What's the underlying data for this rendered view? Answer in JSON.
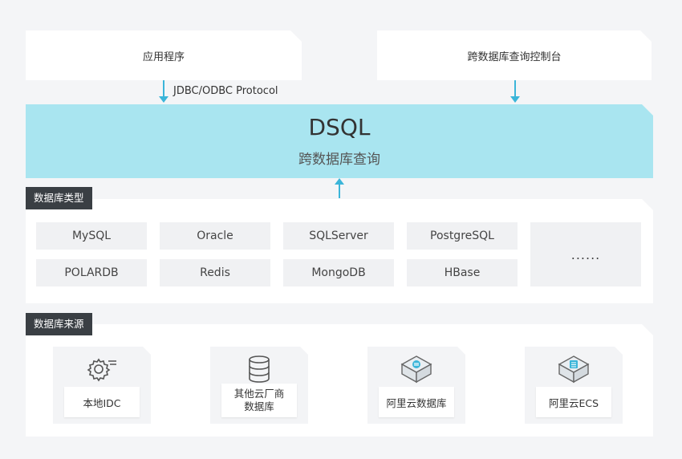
{
  "top": {
    "app_label": "应用程序",
    "console_label": "跨数据库查询控制台",
    "protocol_label": "JDBC/ODBC Protocol"
  },
  "dsql": {
    "title": "DSQL",
    "subtitle": "跨数据库查询"
  },
  "db_types": {
    "tag": "数据库类型",
    "row1": [
      "MySQL",
      "Oracle",
      "SQLServer",
      "PostgreSQL"
    ],
    "row2": [
      "POLARDB",
      "Redis",
      "MongoDB",
      "HBase"
    ],
    "more": "......"
  },
  "db_sources": {
    "tag": "数据库来源",
    "items": [
      {
        "label": "本地IDC",
        "icon": "gear-icon"
      },
      {
        "label": "其他云厂商\n数据库",
        "icon": "database-icon"
      },
      {
        "label": "阿里云数据库",
        "icon": "cloud-db-cube-icon"
      },
      {
        "label": "阿里云ECS",
        "icon": "ecs-cube-icon"
      }
    ]
  },
  "colors": {
    "accent": "#3bb5d9",
    "band": "#a9e5f0",
    "tag_bg": "#3a3f44"
  }
}
